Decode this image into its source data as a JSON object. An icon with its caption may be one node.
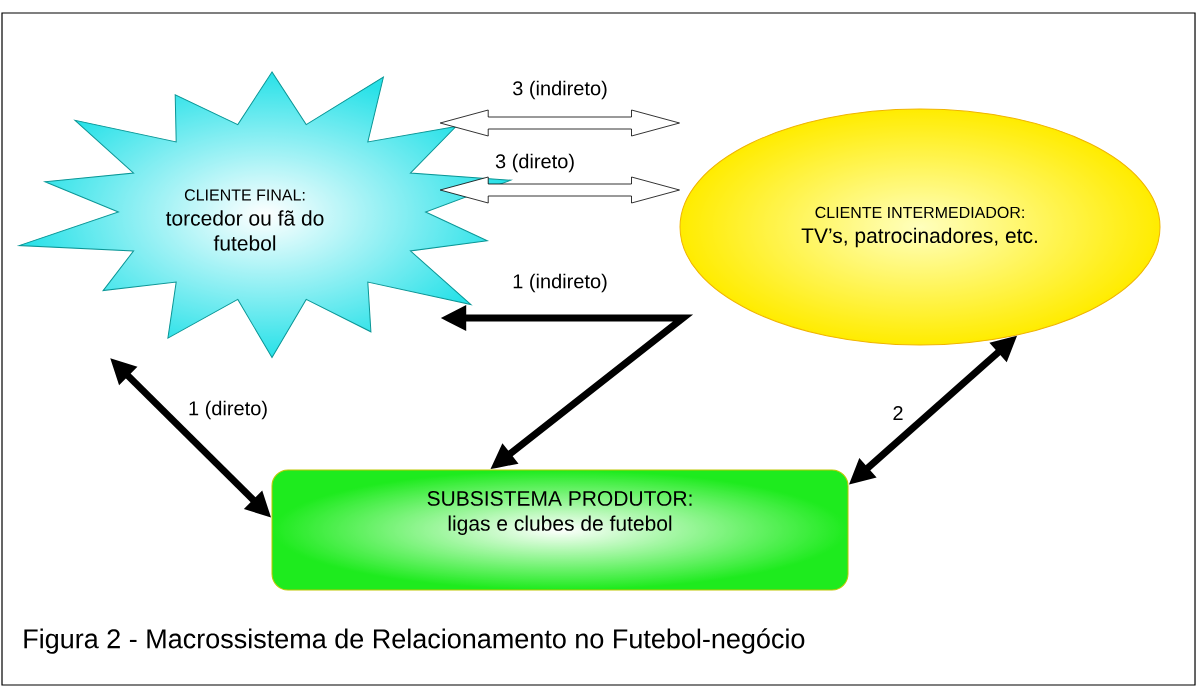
{
  "diagram": {
    "caption": "Figura 2 - Macrossistema de Relacionamento no Futebol-negócio",
    "nodes": [
      {
        "text": [
          "CLIENTE FINAL:",
          "torcedor ou fã do futebol"
        ]
      },
      {
        "text": [
          "CLIENTE INTERMEDIADOR:",
          "TV’s, patrocinadores, etc."
        ]
      },
      {
        "text": [
          "SUBSISTEMA PRODUTOR:",
          "ligas e clubes de futebol"
        ]
      }
    ],
    "edges": [
      {
        "from": 0,
        "to": 1,
        "arrow": "both",
        "label": "3 (indireto)",
        "style": "thick"
      },
      {
        "from": 0,
        "to": 1,
        "arrow": "both",
        "label": "3 (direto)",
        "style": "thick"
      },
      {
        "from": 0,
        "to": 2,
        "arrow": "both",
        "label": "1 (indireto)"
      },
      {
        "from": 0,
        "to": 2,
        "arrow": "both",
        "label": "1 (direto)"
      },
      {
        "from": 2,
        "to": 1,
        "arrow": "both",
        "label": "2"
      }
    ]
  }
}
